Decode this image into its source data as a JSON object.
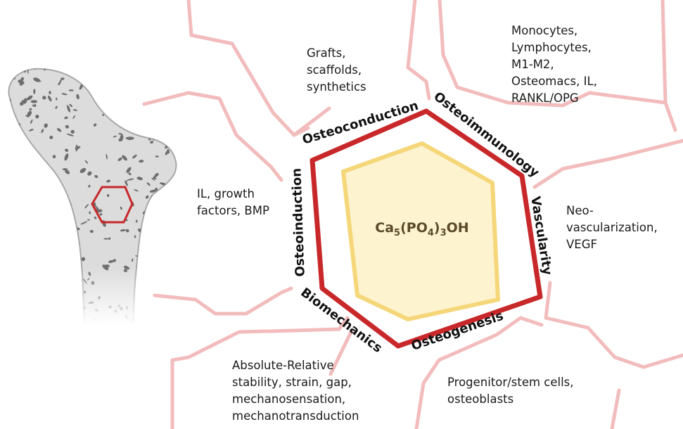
{
  "center": {
    "base": "Ca",
    "sub1": "5",
    "mid": "(PO",
    "sub2": "4",
    "mid2": ")",
    "sub3": "3",
    "tail": "OH"
  },
  "labels": {
    "osteoconduction": "Osteoconduction",
    "osteoimmunology": "Osteoimmunology",
    "vascularity": "Vascularity",
    "osteogenesis": "Osteogenesis",
    "biomechanics": "Biomechanics",
    "osteoinduction": "Osteoinduction"
  },
  "notes": {
    "grafts": "Grafts,\nscaffolds,\nsynthetics",
    "immune": "Monocytes,\nLymphocytes,\nM1-M2,\nOsteomacs, IL,\nRANKL/OPG",
    "growth": "IL, growth\nfactors, BMP",
    "vascular": "Neo-\nvascularization,\nVEGF",
    "mechanics": "Absolute-Relative\nstability, strain, gap,\nmechanosensation,\nmechanotransduction",
    "stem": "Progenitor/stem cells,\nosteoblasts"
  },
  "colors": {
    "outer_hexagon": "#c8282a",
    "inner_hexagon_stroke": "#f5d77a",
    "inner_hexagon_fill": "#fdf3cf",
    "cell_walls": "#f2bcbc",
    "bone": "#dcdcdc",
    "bone_pores": "#6e6e6e",
    "bone_highlight": "#c8282a"
  }
}
